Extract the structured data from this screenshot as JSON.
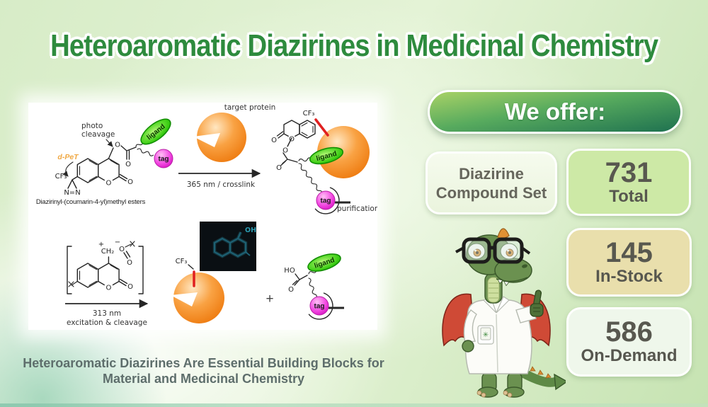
{
  "title": "Heteroaromatic Diazirines in Medicinal Chemistry",
  "caption": {
    "line1": "Heteroaromatic Diazirines Are Essential Building Blocks for",
    "line2": "Material and Medicinal Chemistry"
  },
  "offer": {
    "header": "We offer:",
    "product": "Diazirine Compound Set",
    "stats": [
      {
        "value": "731",
        "label": "Total"
      },
      {
        "value": "145",
        "label": "In-Stock"
      },
      {
        "value": "586",
        "label": "On-Demand"
      }
    ]
  },
  "scheme": {
    "reagent_caption": "Diazirinyl-(coumarin-4-yl)methyl esters",
    "labels": {
      "photo": "photo",
      "cleavage": "cleavage",
      "d_pet": "d-PeT",
      "cf3": "CF₃",
      "nn": "N=N",
      "o": "O",
      "ho": "HO",
      "oh": "OH",
      "ch2": "CH₂",
      "plus_charge": "+",
      "minus_charge": "−",
      "plus": "+",
      "ligand": "ligand",
      "tag": "tag",
      "target_protein": "target protein",
      "step1": "365 nm / crosslink",
      "purification": "purification",
      "step2_nm": "313 nm",
      "step2_action": "excitation & cleavage"
    }
  },
  "mascot": {
    "badge_symbol": "✳"
  },
  "colors": {
    "title_green": "#2e8b3e",
    "offer_gradient_top": "#a9d266",
    "offer_gradient_bottom": "#1e7150",
    "stat_total_bg": "#cde9a6",
    "stat_instock_bg": "#e9dfac",
    "stat_ondemand_bg": "#eff7eb",
    "caption_gray": "#5e6e6c",
    "ligand_green": "#46d81f",
    "tag_magenta": "#ee3ddd",
    "protein_orange": "#f08119",
    "bond_red": "#e02020",
    "dpet_orange": "#f0a843",
    "glow_teal": "#2b9bb0",
    "wing_red": "#cf4a36",
    "dragon_green": "#6b9150"
  }
}
